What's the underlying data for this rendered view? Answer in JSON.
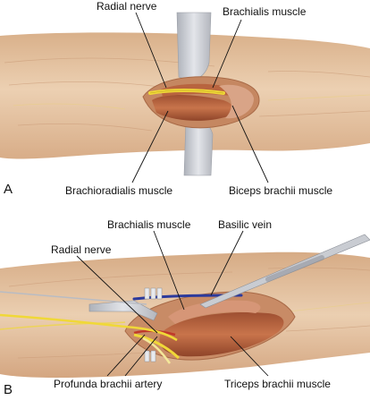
{
  "panels": [
    {
      "letter": "A",
      "labels": {
        "radial_nerve": "Radial nerve",
        "brachialis": "Brachialis muscle",
        "brachioradialis": "Brachioradialis muscle",
        "biceps": "Biceps brachii muscle"
      }
    },
    {
      "letter": "B",
      "labels": {
        "brachialis": "Brachialis muscle",
        "basilic_vein": "Basilic vein",
        "radial_nerve": "Radial nerve",
        "profunda": "Profunda brachii artery",
        "triceps": "Triceps brachii muscle"
      }
    }
  ],
  "colors": {
    "skin": "#e6c3a2",
    "skin_dark": "#c99a76",
    "muscle": "#b5653f",
    "muscle_light": "#d08a62",
    "nerve": "#f0d838",
    "vein": "#2c3a9c",
    "retractor": "#c9ccd2",
    "leader": "#111111"
  }
}
